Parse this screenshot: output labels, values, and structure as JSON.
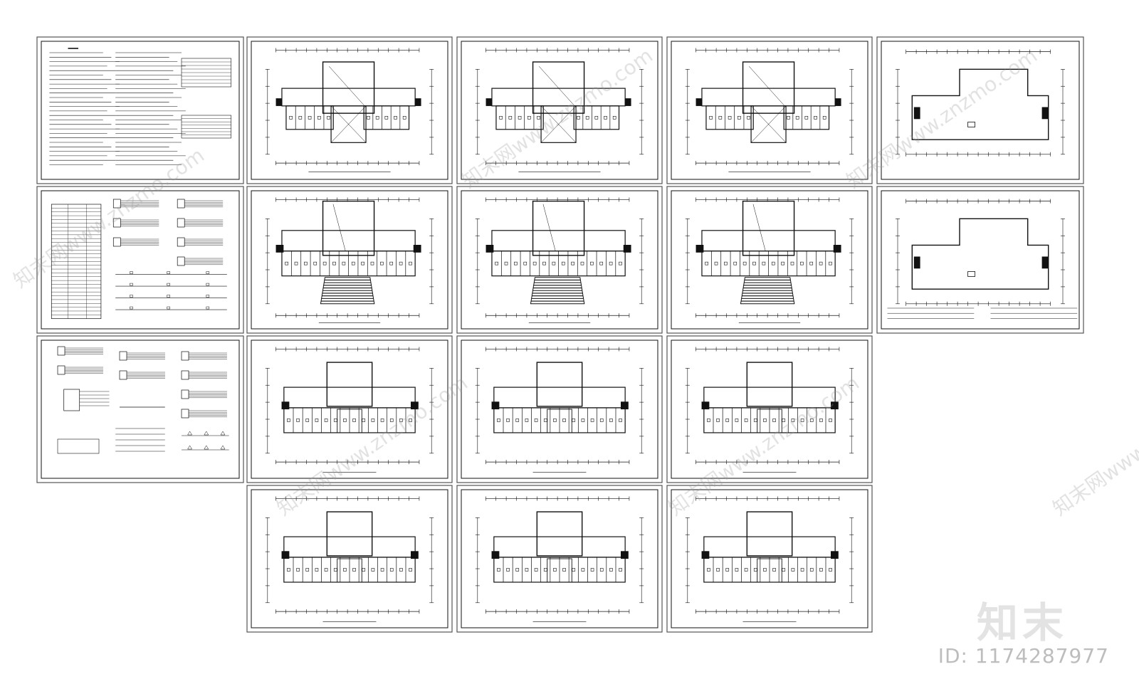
{
  "brand": {
    "logo_text": "知末",
    "id_text": "ID: 1174287977",
    "watermark": "知末网www.znzmo.com"
  },
  "colors": {
    "line": "#111111",
    "frame": "#555555",
    "background": "#ffffff",
    "watermark": "#9a9a9a"
  },
  "sheets": [
    {
      "kind": "notes",
      "name": "sheet-design-notes"
    },
    {
      "kind": "plan-h",
      "name": "sheet-plan-1"
    },
    {
      "kind": "plan-h",
      "name": "sheet-plan-2"
    },
    {
      "kind": "plan-h",
      "name": "sheet-plan-3"
    },
    {
      "kind": "roof",
      "name": "sheet-roof-plan-1"
    },
    {
      "kind": "schedule",
      "name": "sheet-equipment-schedule"
    },
    {
      "kind": "plan-s",
      "name": "sheet-plan-4"
    },
    {
      "kind": "plan-s",
      "name": "sheet-plan-5"
    },
    {
      "kind": "plan-s",
      "name": "sheet-plan-6"
    },
    {
      "kind": "roof",
      "name": "sheet-roof-plan-2"
    },
    {
      "kind": "system",
      "name": "sheet-system-diagram"
    },
    {
      "kind": "plan-t",
      "name": "sheet-plan-7"
    },
    {
      "kind": "plan-t",
      "name": "sheet-plan-8"
    },
    {
      "kind": "plan-t",
      "name": "sheet-plan-9"
    },
    {
      "kind": "plan-t",
      "name": "sheet-plan-10"
    },
    {
      "kind": "plan-t",
      "name": "sheet-plan-11"
    },
    {
      "kind": "plan-t",
      "name": "sheet-plan-12"
    }
  ]
}
